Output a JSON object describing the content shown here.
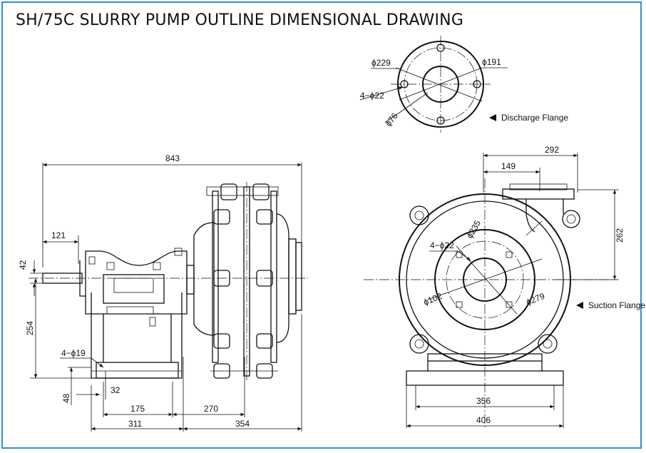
{
  "title": "SH/75C SLURRY PUMP OUTLINE DIMENSIONAL DRAWING",
  "discharge_flange": {
    "label": "Discharge Flange",
    "dims": {
      "outer_diameter": "ϕ229",
      "bolt_circle": "ϕ191",
      "bolt_holes": "4−ϕ22",
      "bore": "ϕ76"
    }
  },
  "suction_flange": {
    "label": "Suction Flange",
    "dims": {
      "bolt_circle": "ϕ235",
      "bolt_holes": "4−ϕ22",
      "bore": "ϕ102",
      "outer_diameter": "ϕ279"
    }
  },
  "side_view": {
    "dims": {
      "overall_length": "843",
      "shaft_extension": "121",
      "shaft_height": "42",
      "center_height": "254",
      "foot_holes": "4−ϕ19",
      "base_height": "48",
      "hole_offset": "32",
      "base_inner": "175",
      "base_to_flange": "270",
      "base_length": "311",
      "casing_length": "354"
    }
  },
  "front_view": {
    "dims": {
      "discharge_offset_total": "292",
      "discharge_offset": "149",
      "discharge_height": "262",
      "foot_inner": "356",
      "foot_outer": "406"
    }
  }
}
